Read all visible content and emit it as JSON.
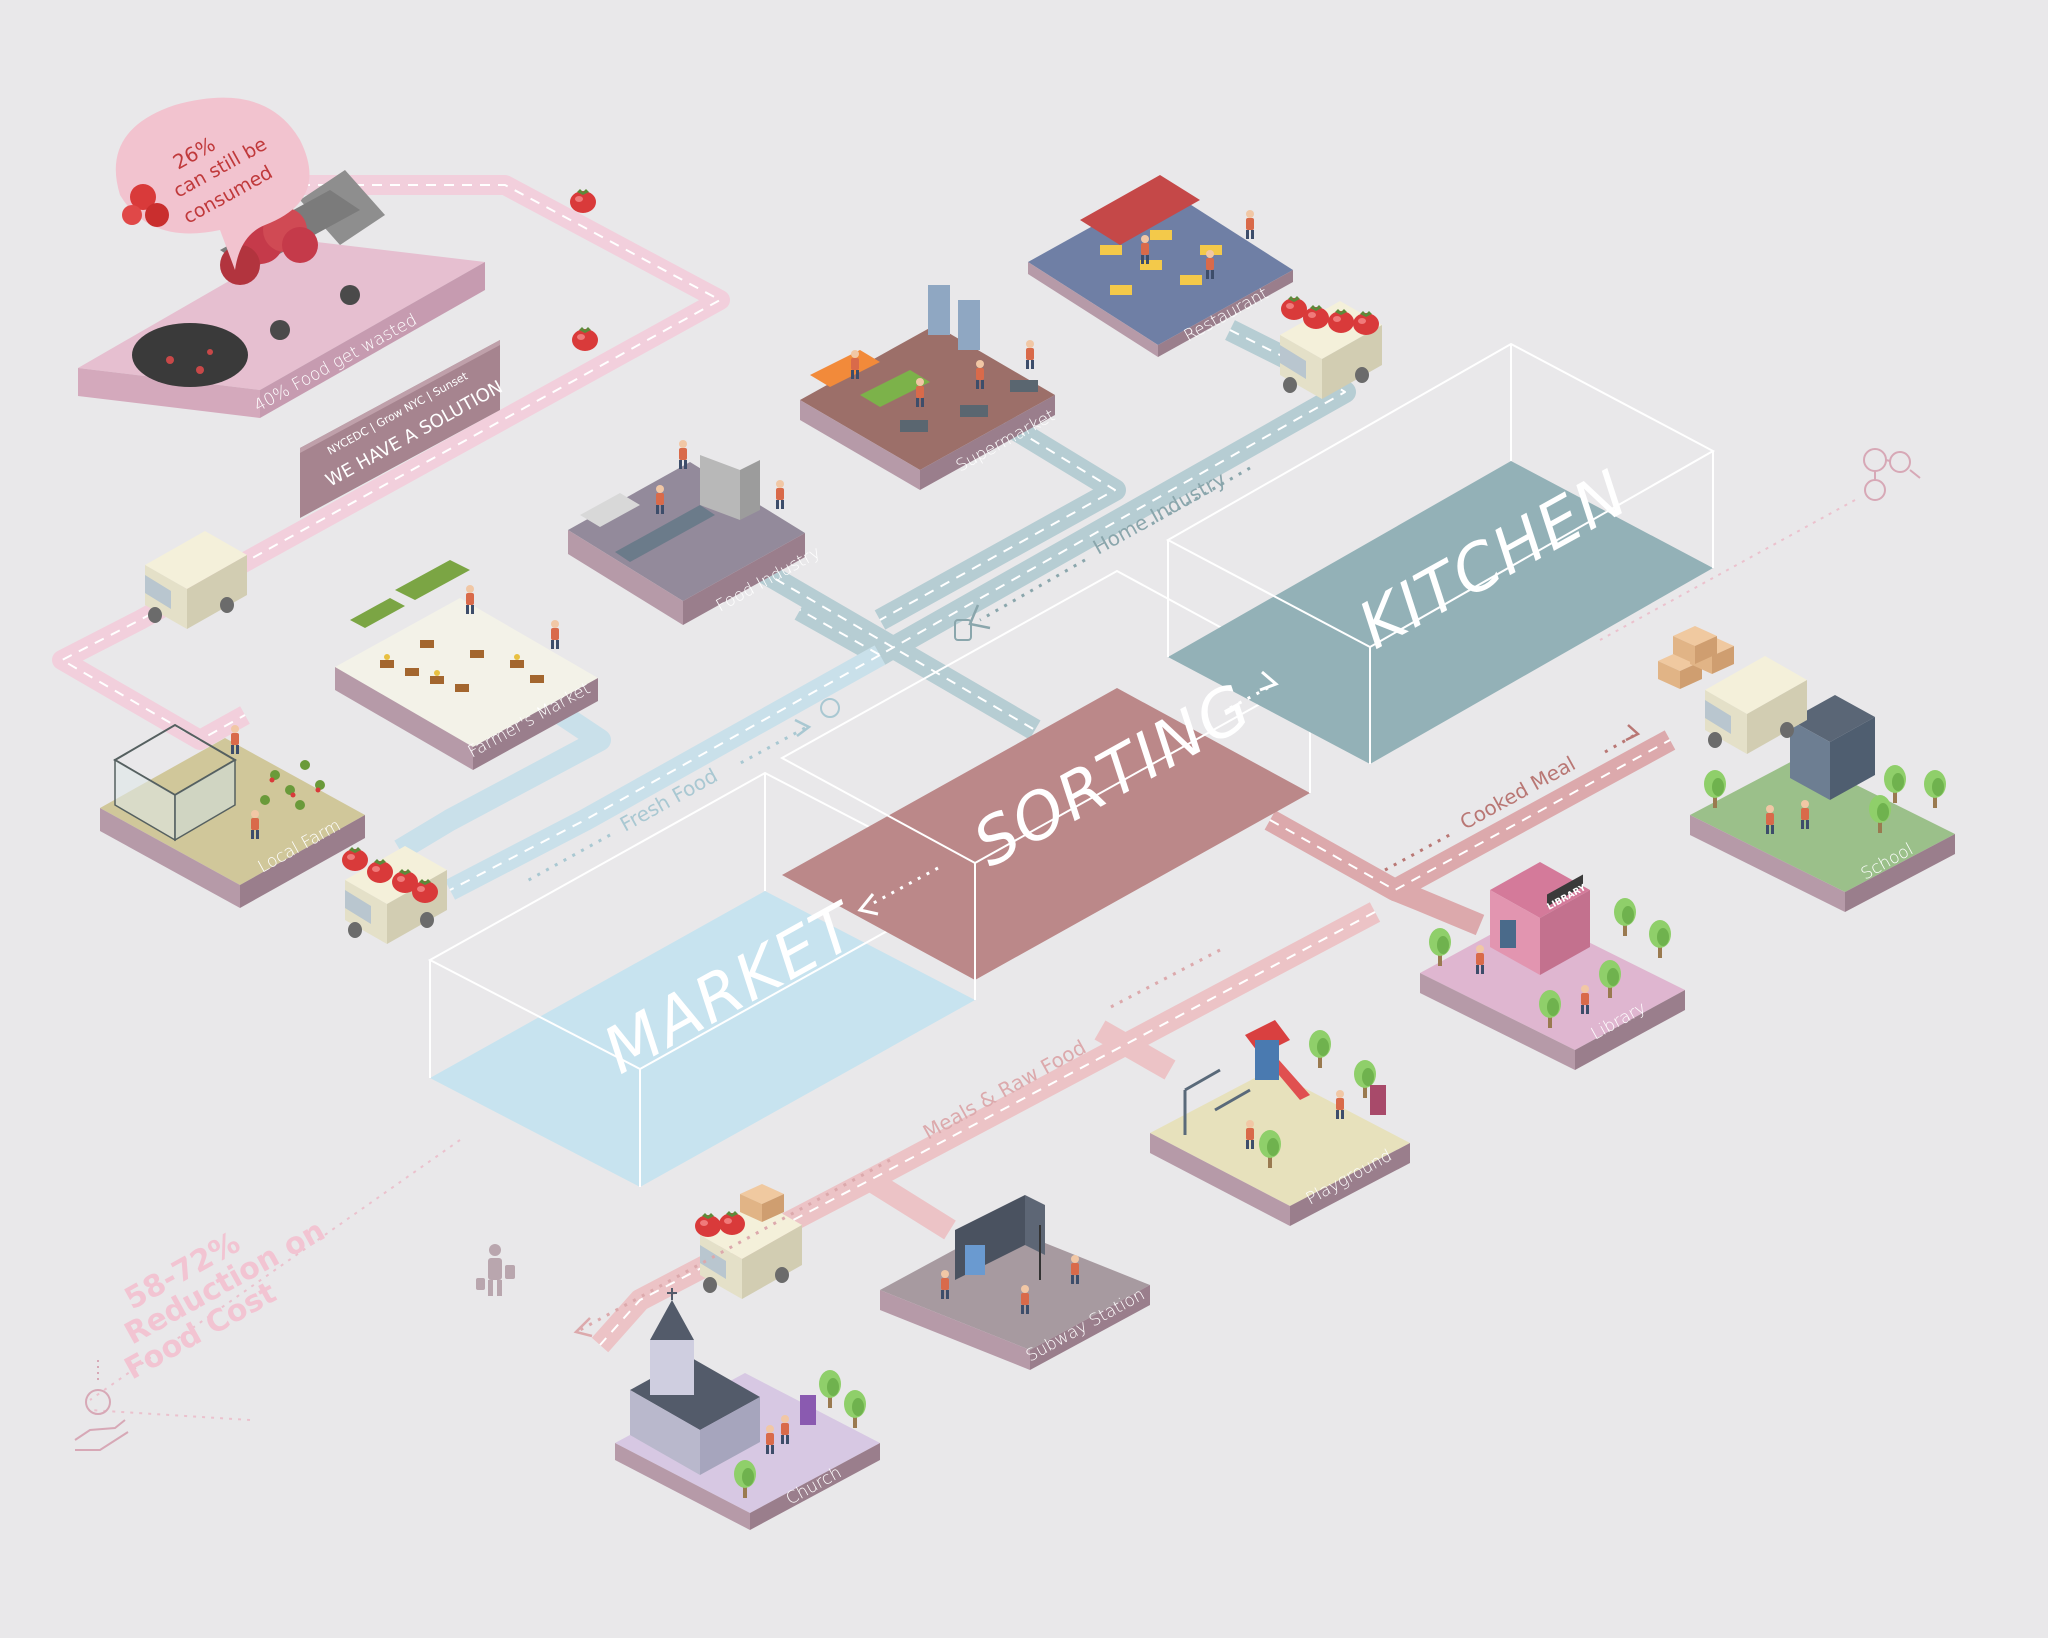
{
  "waste": {
    "percent": "26%",
    "line1": "can still be",
    "line2": "consumed",
    "platform_label": "40% Food get wasted"
  },
  "solution": {
    "partners": "NYCEDC | Grow NYC | Sunset",
    "headline": "WE HAVE A SOLUTION"
  },
  "zones": {
    "market": "MARKET",
    "sorting": "SORTING",
    "kitchen": "KITCHEN"
  },
  "flows": {
    "home_industry": "Home Industry",
    "fresh_food": "Fresh Food",
    "cooked_meal": "Cooked Meal",
    "meals_raw_food": "Meals & Raw Food"
  },
  "sources": {
    "restaurant": "Restaurant",
    "supermarket": "Supermarket",
    "food_industry": "Food Industry",
    "farmers_market": "Farmer's Market",
    "local_farm": "Local Farm"
  },
  "destinations": {
    "school": "School",
    "library": "Library",
    "library_sign": "LIBRARY",
    "playground": "Playground",
    "subway_station": "Subway Station",
    "church": "Church"
  },
  "savings": {
    "range": "58-72%",
    "line2": "Reduction on",
    "line3": "Food Cost"
  },
  "colors": {
    "background": "#e9e8ea",
    "market": "#c7e3ef",
    "sorting": "#bb8889",
    "kitchen": "#93b1b7",
    "waste_pink": "#e6bfd0",
    "road_blue": "#94b2bb",
    "road_red": "#b97774",
    "tomato": "#d93a3a"
  },
  "icons": [
    "tomato-icon",
    "truck-icon",
    "network-icon",
    "person-with-bag-icon",
    "money-hand-icon",
    "apple-icon",
    "jar-icon"
  ]
}
